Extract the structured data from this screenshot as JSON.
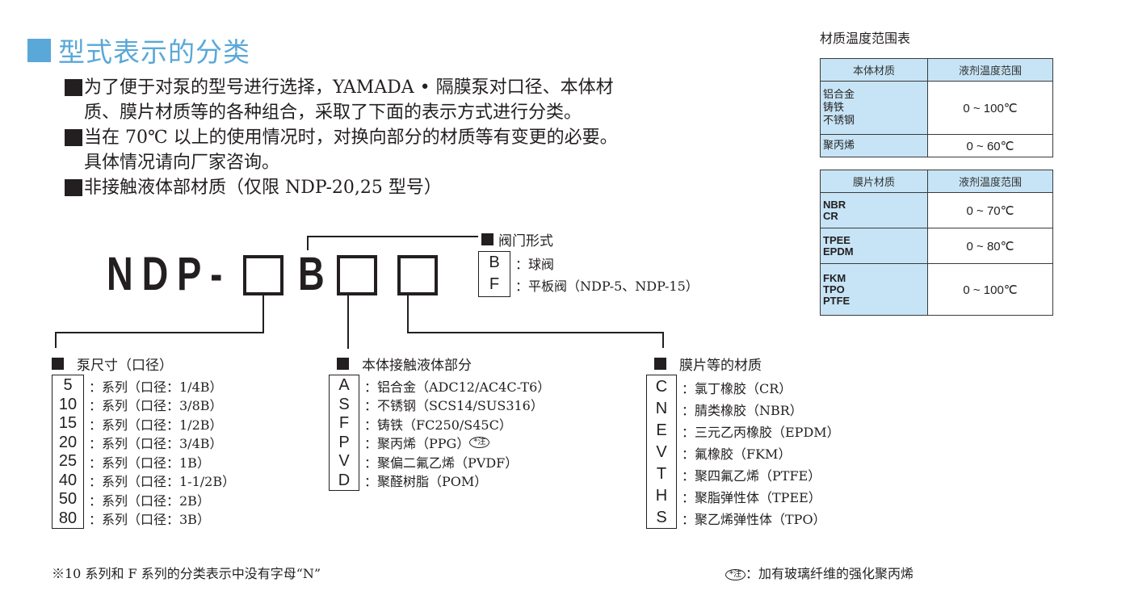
{
  "page": {
    "title": "型式表示的分类",
    "intro": [
      {
        "lines": [
          "为了便于对泵的型号进行选择，YAMADA • 隔膜泵对口径、本体材",
          "质、膜片材质等的各种组合，采取了下面的表示方式进行分类。"
        ]
      },
      {
        "lines": [
          "当在 70℃ 以上的使用情况时，对换向部分的材质等有变更的必要。",
          "具体情况请向厂家咨询。"
        ]
      },
      {
        "lines": [
          "非接触液体部材质（仅限 NDP-20,25 型号）"
        ]
      }
    ]
  },
  "model_code": {
    "prefix": "NDP-",
    "fixed_letter": "B"
  },
  "valve_type": {
    "heading": "阀门形式",
    "options": [
      {
        "code": "B",
        "desc": "：球阀"
      },
      {
        "code": "F",
        "desc": "：平板阀（NDP-5、NDP-15）"
      }
    ]
  },
  "pump_size": {
    "heading": "泵尺寸（口径）",
    "options": [
      {
        "code": "5",
        "desc": "：系列（口径：1/4B）"
      },
      {
        "code": "10",
        "desc": "：系列（口径：3/8B）"
      },
      {
        "code": "15",
        "desc": "：系列（口径：1/2B）"
      },
      {
        "code": "20",
        "desc": "：系列（口径：3/4B）"
      },
      {
        "code": "25",
        "desc": "：系列（口径：1B）"
      },
      {
        "code": "40",
        "desc": "：系列（口径：1-1/2B）"
      },
      {
        "code": "50",
        "desc": "：系列（口径：2B）"
      },
      {
        "code": "80",
        "desc": "：系列（口径：3B）"
      }
    ]
  },
  "body_material": {
    "heading": "本体接触液体部分",
    "options": [
      {
        "code": "A",
        "desc": "：铝合金（ADC12/AC4C-T6）"
      },
      {
        "code": "S",
        "desc": "：不锈钢（SCS14/SUS316）"
      },
      {
        "code": "F",
        "desc": "：铸铁（FC250/S45C）"
      },
      {
        "code": "P",
        "desc": "：聚丙烯（PPG）",
        "note_mark": "*注"
      },
      {
        "code": "V",
        "desc": "：聚偏二氟乙烯（PVDF）"
      },
      {
        "code": "D",
        "desc": "：聚醛树脂（POM）"
      }
    ]
  },
  "diaphragm_material": {
    "heading": "膜片等的材质",
    "options": [
      {
        "code": "C",
        "desc": "：氯丁橡胶（CR）"
      },
      {
        "code": "N",
        "desc": "：腈类橡胶（NBR）"
      },
      {
        "code": "E",
        "desc": "：三元乙丙橡胶（EPDM）"
      },
      {
        "code": "V",
        "desc": "：氟橡胶（FKM）"
      },
      {
        "code": "T",
        "desc": "：聚四氟乙烯（PTFE）"
      },
      {
        "code": "H",
        "desc": "：聚脂弹性体（TPEE）"
      },
      {
        "code": "S",
        "desc": "：聚乙烯弹性体（TPO）"
      }
    ]
  },
  "footnotes": {
    "left": "※10 系列和 F 系列的分类表示中没有字母“N”",
    "right_mark": "*注",
    "right": "：加有玻璃纤维的强化聚丙烯"
  },
  "temperature_tables": {
    "caption": "材质温度范围表",
    "body": {
      "headers": [
        "本体材质",
        "液剂温度范围"
      ],
      "rows": [
        {
          "materials": [
            "铝合金",
            "铸铁",
            "不锈钢"
          ],
          "range": "0 ~ 100℃"
        },
        {
          "materials": [
            "聚丙烯"
          ],
          "range": "0 ~ 60℃"
        }
      ]
    },
    "diaphragm": {
      "headers": [
        "膜片材质",
        "液剂温度范围"
      ],
      "rows": [
        {
          "materials": [
            "NBR",
            "CR"
          ],
          "range": "0 ~ 70℃"
        },
        {
          "materials": [
            "TPEE",
            "EPDM"
          ],
          "range": "0 ~ 80℃"
        },
        {
          "materials": [
            "FKM",
            "TPO",
            "PTFE"
          ],
          "range": "0 ~ 100℃"
        }
      ]
    }
  },
  "colors": {
    "title_blue": "#5aa8d8",
    "table_header_bg": "#c6e4f5",
    "text": "#231f20"
  }
}
